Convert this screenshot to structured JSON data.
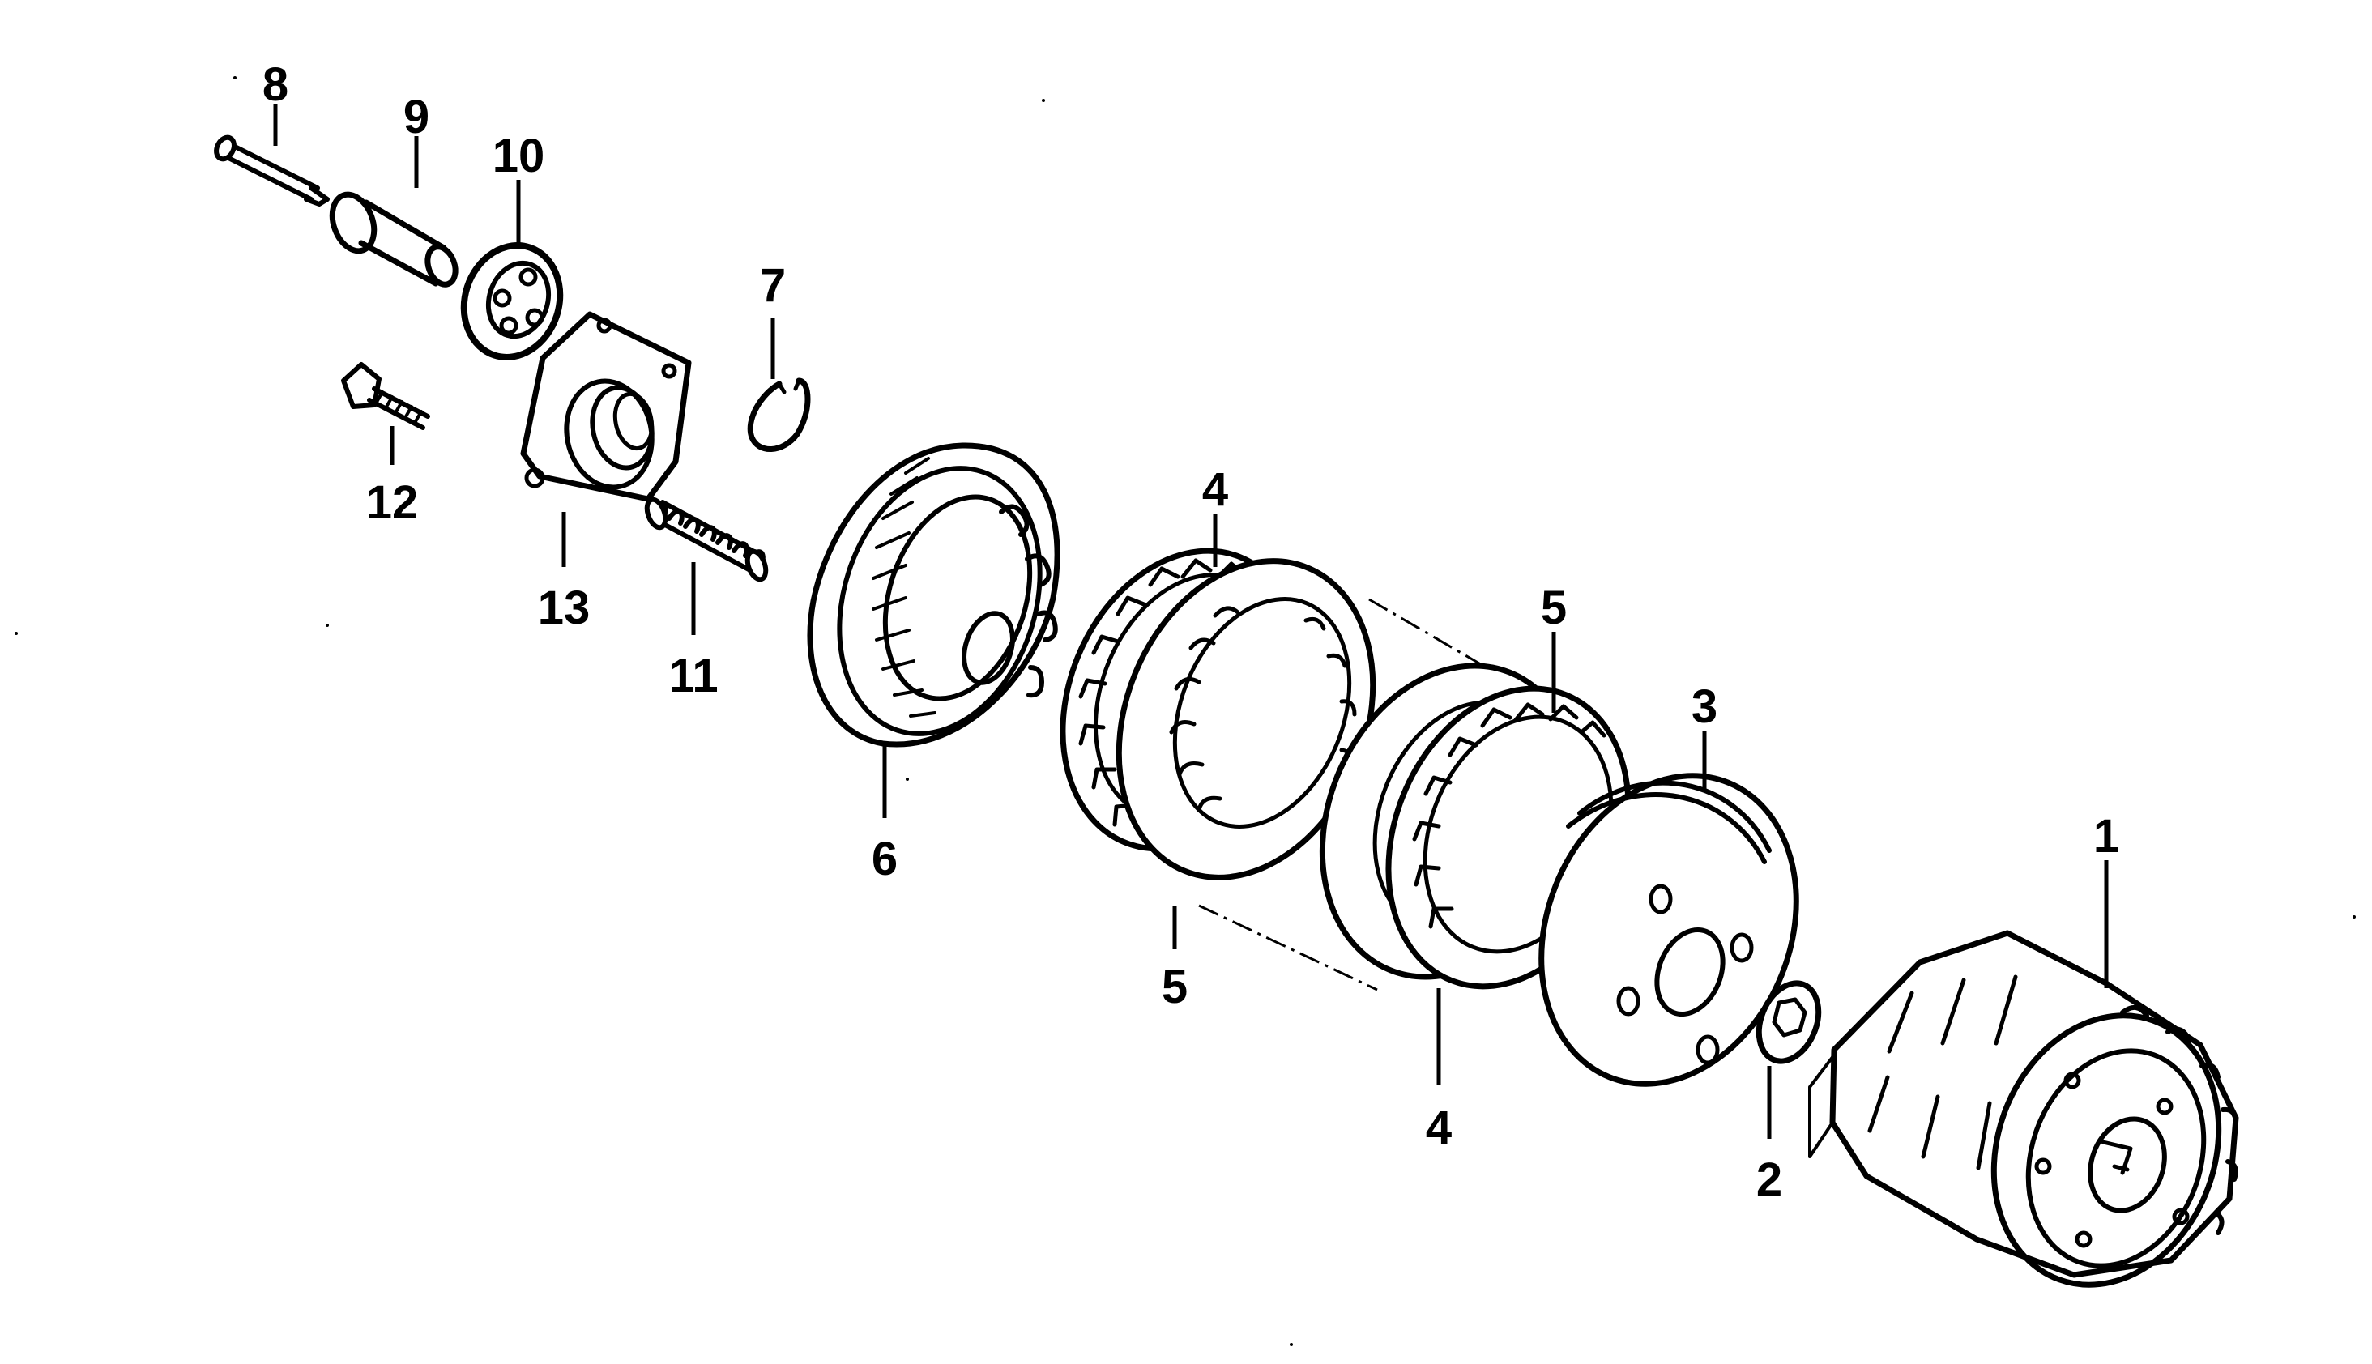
{
  "diagram": {
    "colors": {
      "ink": "#000000",
      "paper": "#ffffff"
    },
    "callouts": [
      {
        "id": "1",
        "label": "1"
      },
      {
        "id": "2",
        "label": "2"
      },
      {
        "id": "3",
        "label": "3"
      },
      {
        "id": "4a",
        "label": "4"
      },
      {
        "id": "4b",
        "label": "4"
      },
      {
        "id": "5a",
        "label": "5"
      },
      {
        "id": "5b",
        "label": "5"
      },
      {
        "id": "6",
        "label": "6"
      },
      {
        "id": "7",
        "label": "7"
      },
      {
        "id": "8",
        "label": "8"
      },
      {
        "id": "9",
        "label": "9"
      },
      {
        "id": "10",
        "label": "10"
      },
      {
        "id": "11",
        "label": "11"
      },
      {
        "id": "12",
        "label": "12"
      },
      {
        "id": "13",
        "label": "13"
      }
    ]
  }
}
